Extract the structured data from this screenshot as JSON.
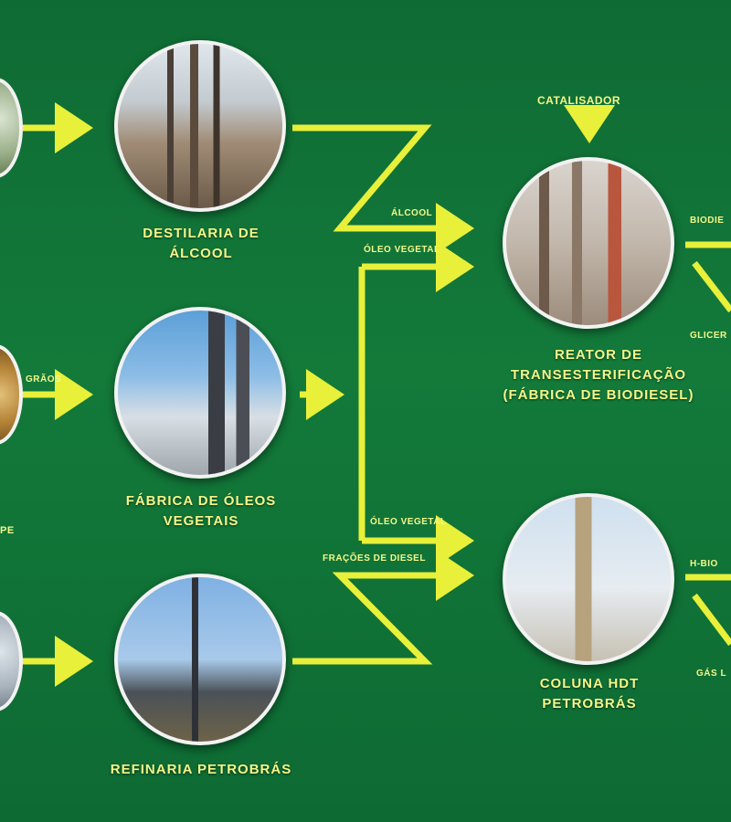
{
  "nodes": {
    "distillery": {
      "caption_line1": "DESTILARIA DE",
      "caption_line2": "ÁLCOOL"
    },
    "oil_factory": {
      "caption_line1": "FÁBRICA DE ÓLEOS",
      "caption_line2": "VEGETAIS"
    },
    "refinery": {
      "caption_line1": "REFINARIA PETROBRÁS",
      "caption_line2": ""
    },
    "reactor": {
      "caption_line1": "REATOR DE",
      "caption_line2": "TRANSESTERIFICAÇÃO",
      "caption_line3": "(FÁBRICA DE BIODIESEL)"
    },
    "hbio_column": {
      "caption_line1": "COLUNA HDT",
      "caption_line2": "PETROBRÁS"
    }
  },
  "flow_labels": {
    "catalyst": "CATALISADOR",
    "alcohol": "ÁLCOOL",
    "vegetable_oil_top": "ÓLEO VEGETAL",
    "seeds": "GRÃOS",
    "vegetable_oil_bottom": "ÓLEO VEGETAL",
    "diesel_fractions": "FRAÇÕES DE DIESEL",
    "biodiesel_out": "BIODIE",
    "glycerin_out": "GLICER",
    "hbio_out": "H-BIO",
    "gas_out": "GÁS L",
    "left_mid": "PE"
  },
  "colors": {
    "background": "#137a3a",
    "arrow": "#e8f03a",
    "label": "#f4f78a",
    "node_border": "#f2f2f2"
  }
}
